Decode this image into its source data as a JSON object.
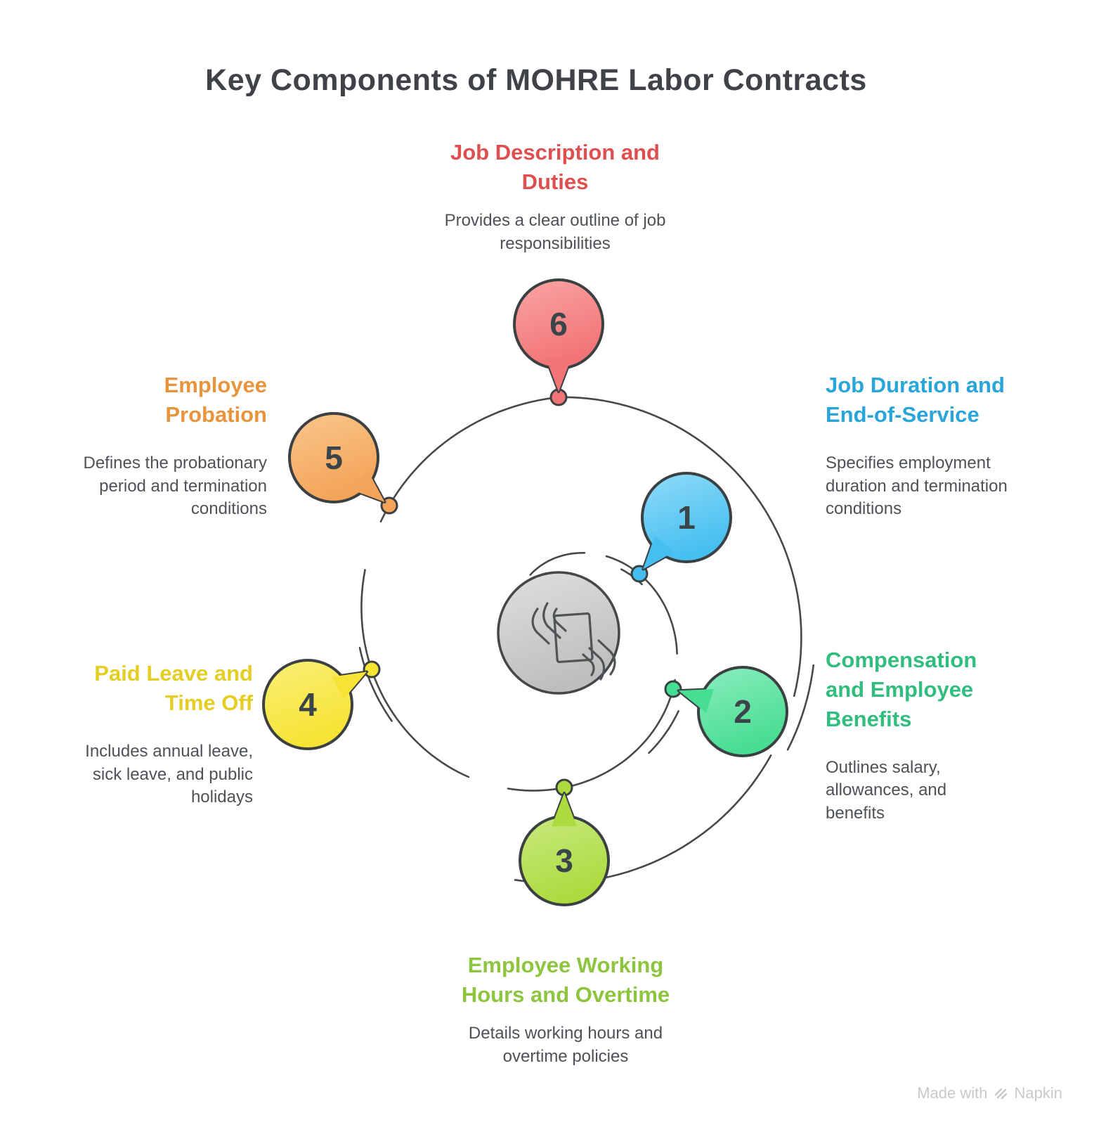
{
  "title": "Key Components of MOHRE Labor Contracts",
  "colors": {
    "title": "#3F4347",
    "body_text": "#4D5256",
    "number": "#3B4549",
    "stroke": "#45494D",
    "outline": "#3B4043",
    "center_fill_top": "#DFDFDF",
    "center_fill_bottom": "#BEBEBE",
    "watermark": "#C7C9CB"
  },
  "items": [
    {
      "number": "1",
      "heading": "Job Duration and\nEnd-of-Service",
      "description": "Specifies employment\nduration and termination\nconditions",
      "color": "#45BFF0",
      "color_light": "#90DBF8",
      "heading_color": "#29A5DA"
    },
    {
      "number": "2",
      "heading": "Compensation\nand Employee\nBenefits",
      "description": "Outlines salary,\nallowances, and\nbenefits",
      "color": "#47DD92",
      "color_light": "#8BEDBE",
      "heading_color": "#31BD7D"
    },
    {
      "number": "3",
      "heading": "Employee Working\nHours and Overtime",
      "description": "Details working hours and\novertime policies",
      "color": "#ABDB3F",
      "color_light": "#C9E97E",
      "heading_color": "#8DC53F"
    },
    {
      "number": "4",
      "heading": "Paid Leave and\nTime Off",
      "description": "Includes annual leave,\nsick leave, and public\nholidays",
      "color": "#F6E333",
      "color_light": "#FAEF78",
      "heading_color": "#E5CD24"
    },
    {
      "number": "5",
      "heading": "Employee\nProbation",
      "description": "Defines the probationary\nperiod and termination\nconditions",
      "color": "#F4A458",
      "color_light": "#F9C78D",
      "heading_color": "#E8943C"
    },
    {
      "number": "6",
      "heading": "Job Description and\nDuties",
      "description": "Provides a clear outline of job\nresponsibilities",
      "color": "#F27476",
      "color_light": "#F9A5A4",
      "heading_color": "#E04F4F"
    }
  ],
  "center_icon": "document-in-hands",
  "watermark": {
    "prefix": "Made with",
    "brand": "Napkin"
  }
}
